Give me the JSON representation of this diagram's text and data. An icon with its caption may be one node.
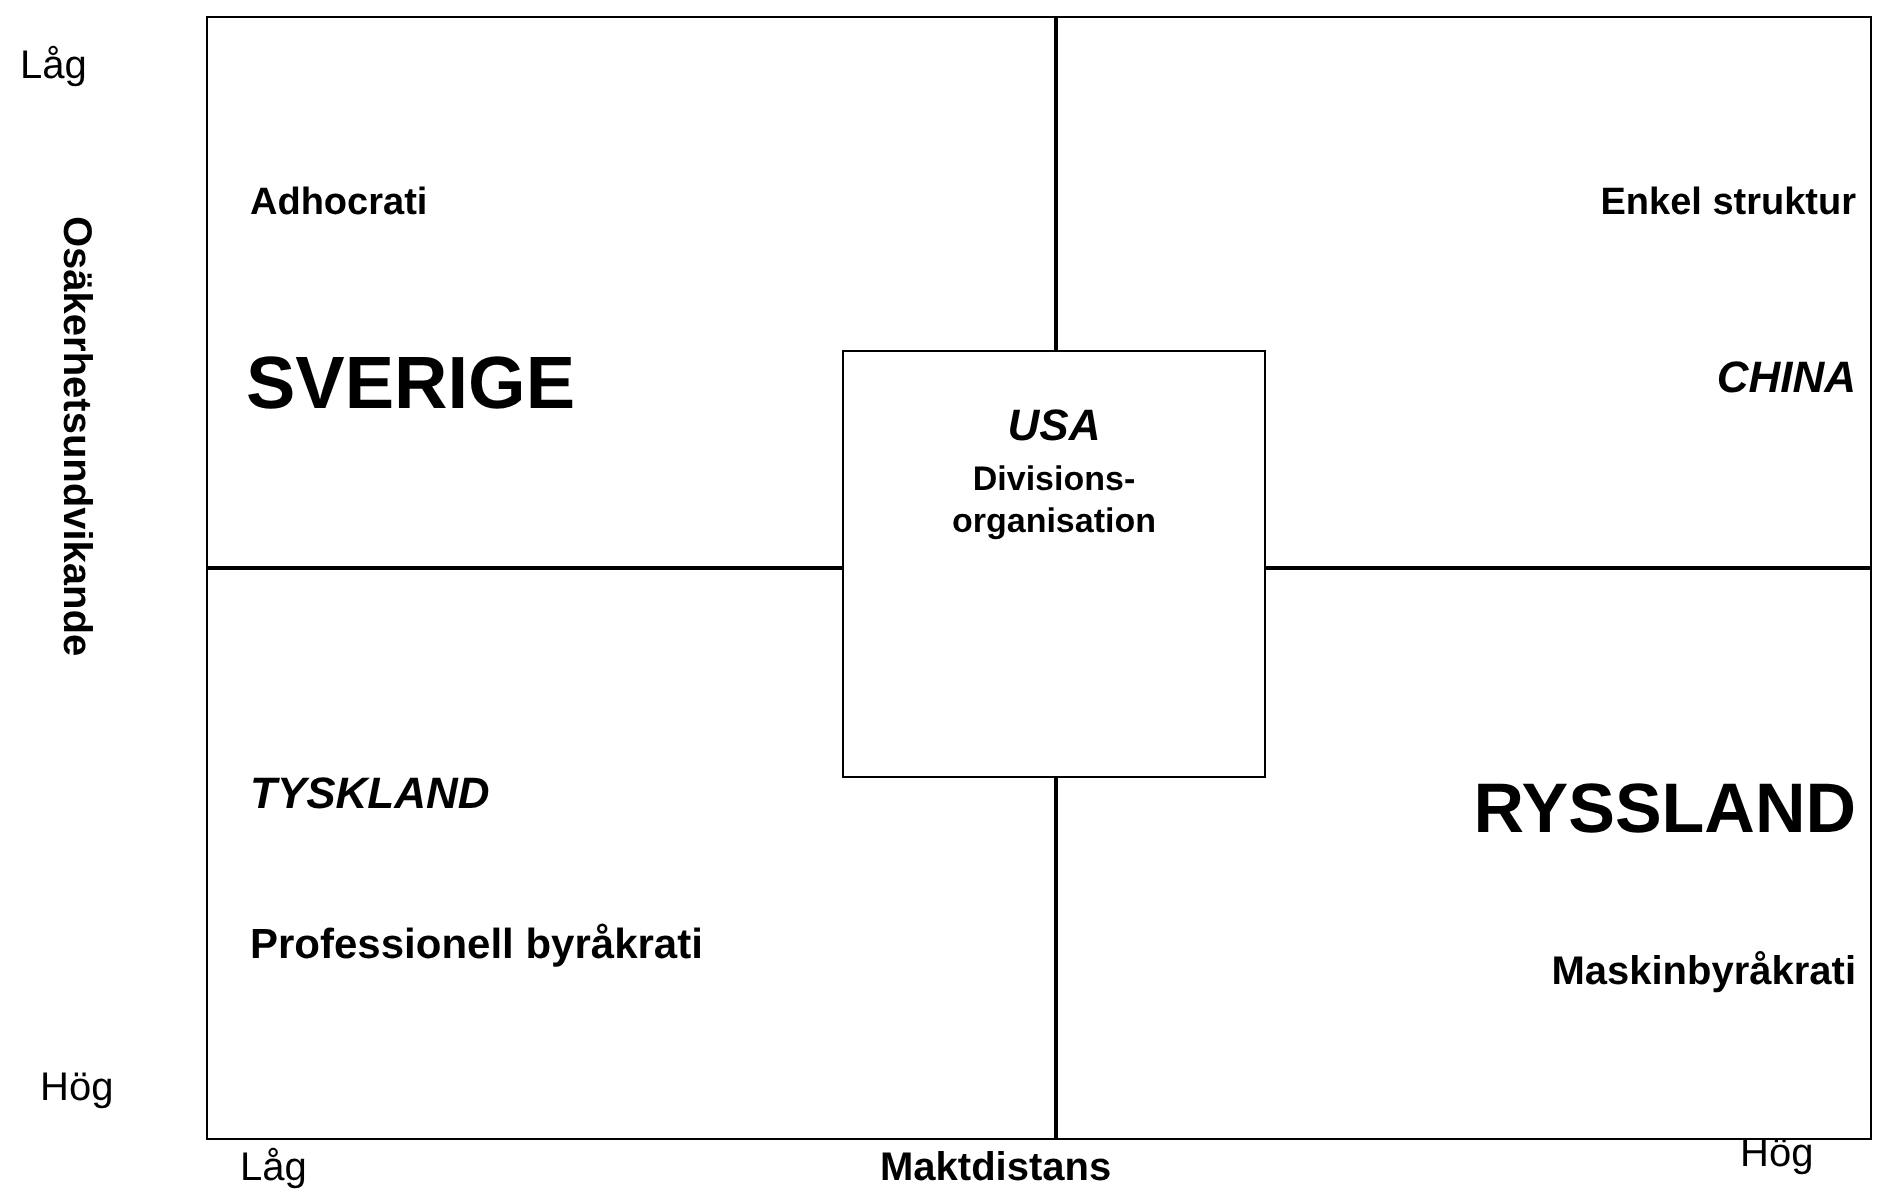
{
  "diagram": {
    "nodes": [
      {
        "text": [
          "Adhocrati",
          "SVERIGE"
        ]
      },
      {
        "text": [
          "Enkel struktur",
          "CHINA"
        ]
      },
      {
        "text": [
          "TYSKLAND",
          "Professionell byråkrati"
        ]
      },
      {
        "text": [
          "RYSSLAND",
          "Maskinbyråkrati"
        ]
      },
      {
        "text": [
          "USA",
          "Divisions- organisation"
        ]
      }
    ],
    "labels": [
      "Låg",
      "Osäkerhetsundvikande",
      "Hög",
      "Låg",
      "Maktdistans",
      "Hög"
    ]
  }
}
